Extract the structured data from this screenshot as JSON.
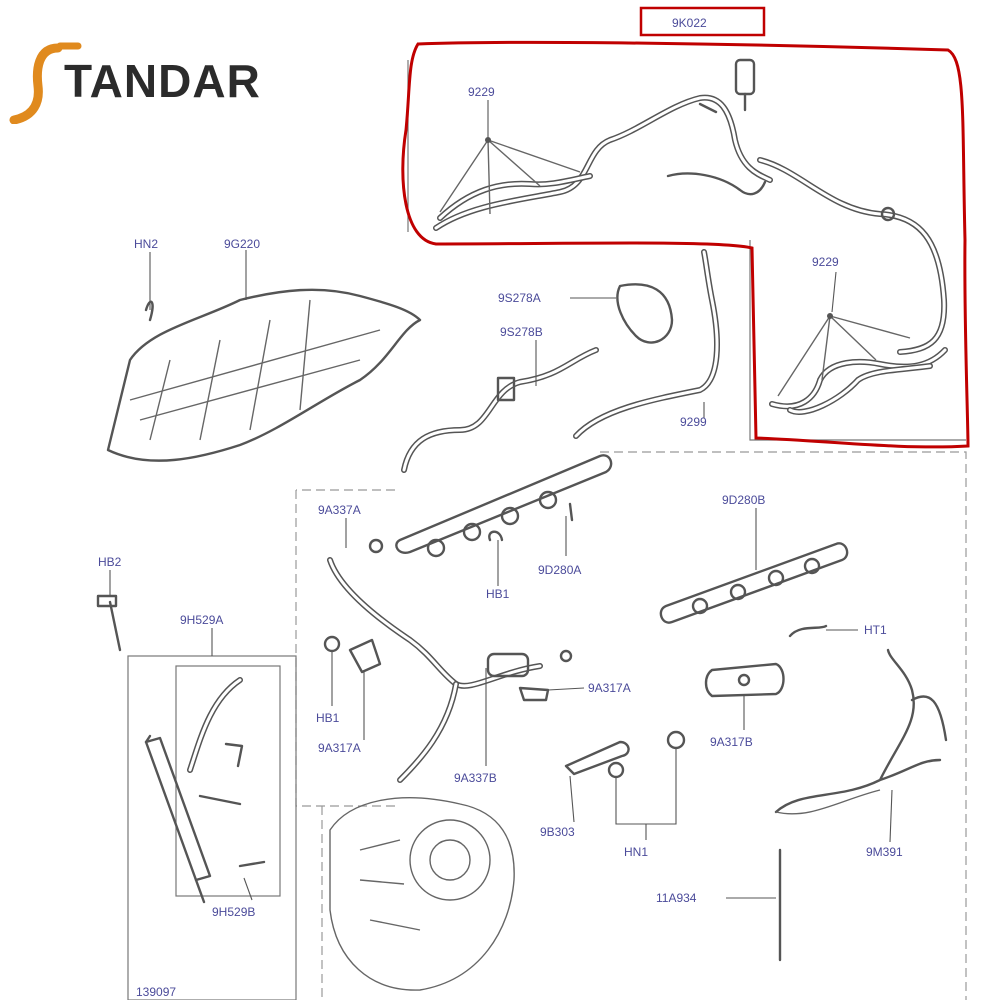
{
  "brand": {
    "name": "TANDAR"
  },
  "colors": {
    "highlight": "#c00000",
    "label": "#4b4b9a",
    "line": "#555555"
  },
  "labels": {
    "highlighted_part": "9K022",
    "p9229_a": "9229",
    "p9229_b": "9229",
    "hn2": "HN2",
    "p9g220": "9G220",
    "p9s278a": "9S278A",
    "p9s278b": "9S278B",
    "p9299": "9299",
    "p9a337a": "9A337A",
    "p9d280b": "9D280B",
    "hb2": "HB2",
    "p9h529a": "9H529A",
    "hb1_a": "HB1",
    "p9d280a": "9D280A",
    "ht1": "HT1",
    "p9a317a_a": "9A317A",
    "hb1_b": "HB1",
    "p9a317a_b": "9A317A",
    "p9a317b": "9A317B",
    "p9a337b": "9A337B",
    "p9b303": "9B303",
    "hn1": "HN1",
    "p9m391": "9M391",
    "p11a934": "11A934",
    "p9h529b": "9H529B",
    "p139097": "139097"
  }
}
